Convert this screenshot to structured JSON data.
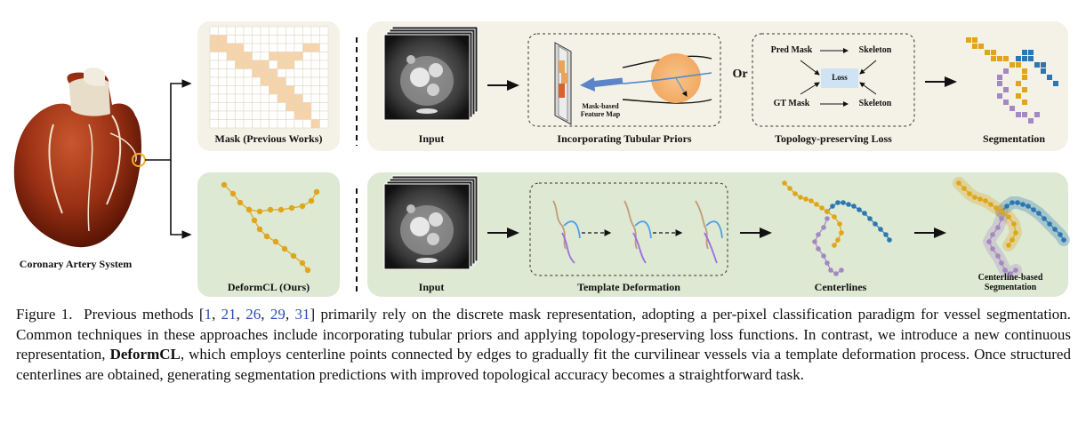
{
  "figure": {
    "heart_label": "Coronary Artery System",
    "top_row": {
      "mask_label": "Mask (Previous Works)",
      "input_label": "Input",
      "tubular_label": "Incorporating Tubular Priors",
      "feature_map_label": "Mask-based Feature Map",
      "or_label": "Or",
      "topology_label": "Topology-preserving Loss",
      "segmentation_label": "Segmentation",
      "loss_box": {
        "pred_mask": "Pred Mask",
        "gt_mask": "GT Mask",
        "skeleton_top": "Skeleton",
        "skeleton_bottom": "Skeleton",
        "loss": "Loss"
      }
    },
    "bottom_row": {
      "deformcl_label": "DeformCL (Ours)",
      "input_label": "Input",
      "template_label": "Template Deformation",
      "centerlines_label": "Centerlines",
      "cl_seg_label": "Centerline-based Segmentation"
    },
    "colors": {
      "top_panel_bg": "#f4f1e6",
      "bottom_panel_bg": "#dde9d3",
      "mask_cell": "#f6d3a8",
      "centerline_orange": "#e0a519",
      "centerline_blue": "#2a77b4",
      "centerline_purple": "#a488c2",
      "curve_brown": "#c49a7a",
      "curve_blue": "#4fa0e6",
      "curve_purple": "#9b6fe0"
    }
  },
  "caption": {
    "label": "Figure 1.",
    "text_a": "Previous methods [",
    "refs": [
      "1",
      "21",
      "26",
      "29",
      "31"
    ],
    "text_b": "] primarily rely on the discrete mask representation, adopting a per-pixel classification paradigm for vessel segmentation. Common techniques in these approaches include incorporating tubular priors and applying topology-preserving loss functions. In contrast, we introduce a new continuous representation, ",
    "method": "DeformCL",
    "text_c": ", which employs centerline points connected by edges to gradually fit the curvilinear vessels via a template deformation process. Once structured centerlines are obtained, generating segmentation predictions with improved topological accuracy becomes a straightforward task."
  }
}
